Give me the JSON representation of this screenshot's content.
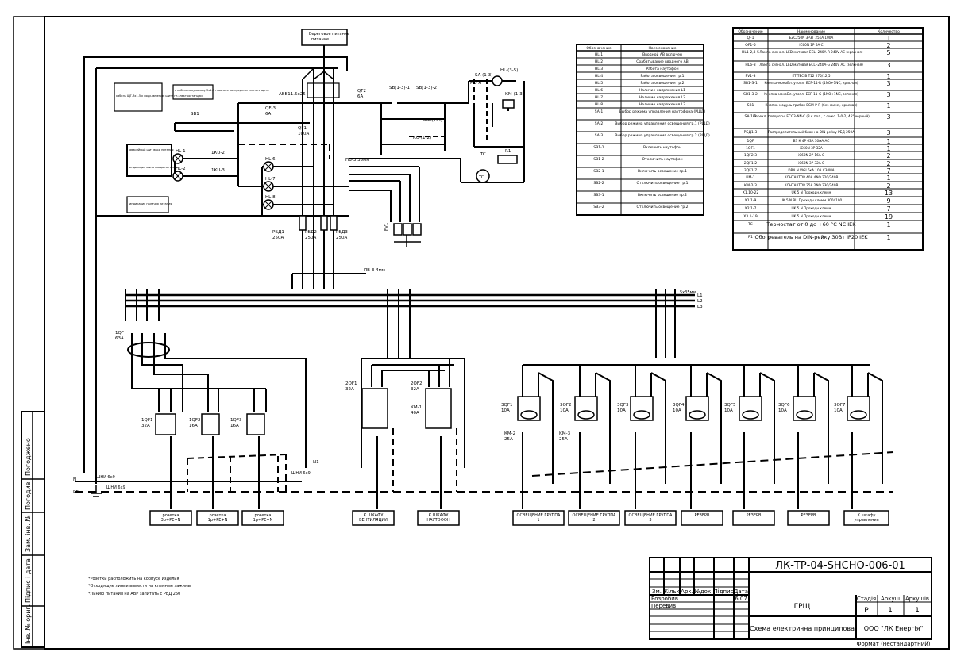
{
  "title_block": {
    "doc_code": "ЛК-ТР-04-SHCHO-006-01",
    "section": "ГРЩ",
    "drawing_title": "Схема електрична принципова",
    "company": "ООО \"ЛК Енергія\"",
    "stage_header": "Стадія",
    "sheet_header": "Аркуш",
    "sheets_header": "Аркушів",
    "stage": "Р",
    "sheet": "1",
    "sheets": "1",
    "format": "Формат (нестандартний)",
    "rev_headers": [
      "Зм.",
      "Кільк",
      "Арк.",
      "№док.",
      "Підпис",
      "Дата"
    ],
    "developed": "Розробив",
    "checked": "Перевив",
    "date_value": "6.07"
  },
  "left_stamp": [
    "Погоджено",
    "Погодив",
    "Зам. інв. №",
    "Підпис і дата",
    "Інв. № ориг."
  ],
  "table1": {
    "headers": [
      "Обозначение",
      "Наименование"
    ],
    "rows": [
      [
        "HL-1",
        "Вводной АВ включен"
      ],
      [
        "HL-2",
        "Срабатывание вводного АВ"
      ],
      [
        "HL-3",
        "Работа наутофон"
      ],
      [
        "HL-4",
        "Работа освещения гр.1"
      ],
      [
        "HL-5",
        "Работа освещения гр.2"
      ],
      [
        "HL-6",
        "Наличие напряжения L1"
      ],
      [
        "HL-7",
        "Наличие напряжения L2"
      ],
      [
        "HL-8",
        "Наличие напряжения L3"
      ],
      [
        "SA-1",
        "Выбор режима управления наутофона (РЩД)"
      ],
      [
        "SA-2",
        "Выбор режима управления освещения гр.1 (РЩД)"
      ],
      [
        "SA-3",
        "Выбор режима управления освещения гр.2 (РЩД)"
      ],
      [
        "SB1-1",
        "Включить наутофон"
      ],
      [
        "SB1-2",
        "Отключить наутофон"
      ],
      [
        "SB2-1",
        "Включить освещение гр.1"
      ],
      [
        "SB2-2",
        "Отключить освещение гр.1"
      ],
      [
        "SB3-1",
        "Включить освещение гр.2"
      ],
      [
        "SB3-2",
        "Отключить освещение гр.2"
      ]
    ]
  },
  "table2": {
    "headers": [
      "Обозначение",
      "Наименование",
      "Количество"
    ],
    "rows": [
      [
        "QF1",
        "EZC250N 3P3T 25кА 100А",
        "1"
      ],
      [
        "QF1-5",
        "iC60N 1P 6А С",
        "2"
      ],
      [
        "HL1-2,3-5",
        "Лампа сигнал. LED матовая ECLI-240А-R 240V AC (красная)",
        "5"
      ],
      [
        "HL6-8",
        "Лампа сигнал. LED матовая ECLI-240А-G 240V AC (зеленая)",
        "3"
      ],
      [
        "FV1-3",
        "ETITEC В Т12 275/12,5",
        "1"
      ],
      [
        "SB1-3-1",
        "Кнопка-моноБл. утопл. ECF-11-R (1NO+1NC, красная)",
        "3"
      ],
      [
        "SB1-3-2",
        "Кнопка-моноБл. утопл. ECF-11-G (1NO+1NC, зеленая)",
        "3"
      ],
      [
        "SB1",
        "Кнопка-модуль грибок EGM-P-R (без фикс., красная)",
        "1"
      ],
      [
        "SA-1-3",
        "Перекл. поворотн. ECG3-NN-C (3 к.пол., с фикс. 1-0-2, 45° черный)",
        "3"
      ],
      [
        "РБД1-3",
        "Распределительный блок на DIN-рейку РБД 250А",
        "3"
      ],
      [
        "1QF",
        "ВЗ К 4P 63А 30мА АС",
        "1"
      ],
      [
        "1QF1",
        "iC60N 3P 32А",
        "1"
      ],
      [
        "1QF2-3",
        "iC60N 2P 16А С",
        "2"
      ],
      [
        "2QF1-2",
        "iC60N 3P 32А С",
        "2"
      ],
      [
        "3QF1-7",
        "DPN N VIGI 6кА 10А С30МА",
        "7"
      ],
      [
        "КМ-1",
        "КОНТАКТОР 40А 4NO 220/240В",
        "1"
      ],
      [
        "КМ-2-3",
        "КОНТАКТОР 25А 2NO 230/240В",
        "2"
      ],
      [
        "X1.10-22",
        "UK 5 N Проходн.клемм",
        "13"
      ],
      [
        "X1.1-9",
        "UK 5 N BU Проходн.клемм 3004100",
        "9"
      ],
      [
        "X2.1-7",
        "UK 5 N Проходн.клемм",
        "7"
      ],
      [
        "X3.1-19",
        "UK 5 N Проходн.клемм",
        "19"
      ],
      [
        "TC",
        "Термостат от 0 до +60 °С NC IEK",
        "1"
      ],
      [
        "R1",
        "Обогреватель на DIN-рейку 30Вт IP20 IEK",
        "1"
      ]
    ]
  },
  "labels": {
    "shore_power": "Береговое питание",
    "shore_power_2": "питание",
    "ab_cable": "АББ11.5х25",
    "qf1": "QF1",
    "qf1_rating": "100А",
    "qf3": "QF-3",
    "qf3_rating": "6А",
    "qf2": "QF2",
    "qf2_rating": "6А",
    "sb1": "SB1",
    "hl1": "HL-1",
    "hl2": "HL-2",
    "hl6": "HL-6",
    "hl7": "HL-7",
    "hl8": "HL-8",
    "ku12": "1КU-2",
    "ku13": "1КU-3",
    "pv_35": "ПВ-3 35мм",
    "pv_4": "ПВ-3 4мм",
    "rbd1": "РБД1",
    "rbd2": "РБД2",
    "rbd3": "РБД3",
    "rbd_rating": "250А",
    "fv1": "FV1",
    "sb_31": "SB(1-3)-1",
    "sb_32": "SB(1-3)-2",
    "sa13": "SA (1-3)",
    "sa_pos": "Р  0  А",
    "hl_3_5": "HL-(3-5)",
    "km13": "КМ-(1-3)",
    "km_1_3b": "КМ-(1-3)",
    "ku_12": "КU-(1-2)",
    "tc": "TC",
    "r1": "R1",
    "tc_sym": "TC",
    "note_box1": "кабель ЩГ-3х1.5 к подключению щита гл.электростанции",
    "note_box2": "к кабельному шкафу 3х1.5 главного распределительного щита",
    "note_box3": "аварийный щит ввод питания",
    "note_box4": "индикация наличия питания",
    "note_box5": "индикация щита ввода питания",
    "l1": "L1",
    "l2": "L2",
    "l3": "L3",
    "bus_note": "5х35мм",
    "q1qf": "1QF",
    "q1qf_rating": "63А",
    "qf11": "1QF1",
    "qf11_rating": "32А",
    "qf12": "1QF2",
    "qf12_rating": "16А",
    "qf13": "1QF3",
    "qf13_rating": "16А",
    "qf21": "2QF1",
    "qf21_rating": "32А",
    "qf22": "2QF2",
    "qf22_rating": "32А",
    "km1": "КМ-1",
    "km1_rating": "40А",
    "km2": "КМ-2",
    "km2_rating": "25А",
    "km3": "КМ-3",
    "km3_rating": "25А",
    "qf31": "3QF1",
    "qf32": "3QF2",
    "qf33": "3QF3",
    "qf34": "3QF4",
    "qf35": "3QF5",
    "qf36": "3QF6",
    "qf37": "3QF7",
    "qf3x_rating": "10А",
    "n": "N",
    "pe": "PE",
    "n1": "N1",
    "shn": "ШНИ 6х9",
    "shn2": "ШНИ 6х9",
    "shm": "ШНИ 6х9"
  },
  "outputs": [
    "розетка 3р+PE+N",
    "розетка 1р+PE+N",
    "розетка 1р+PE+N",
    "К ШКАФУ ВЕНТИЛЯЦИИ",
    "К ШКАФУ НАУТОФОН",
    "ОСВЕЩЕНИЕ ГРУППА 1",
    "ОСВЕЩЕНИЕ ГРУППА 2",
    "ОСВЕЩЕНИЕ ГРУППА 3",
    "РЕЗЕРВ",
    "РЕЗЕРВ",
    "РЕЗЕРВ",
    "К шкафу управления"
  ],
  "notes": [
    "*Розетки расположить на корпусе изделия",
    "*Отходящие линии вывести на клемные зажимы",
    "*Линию питания на АВР запитать с РБД 250"
  ]
}
